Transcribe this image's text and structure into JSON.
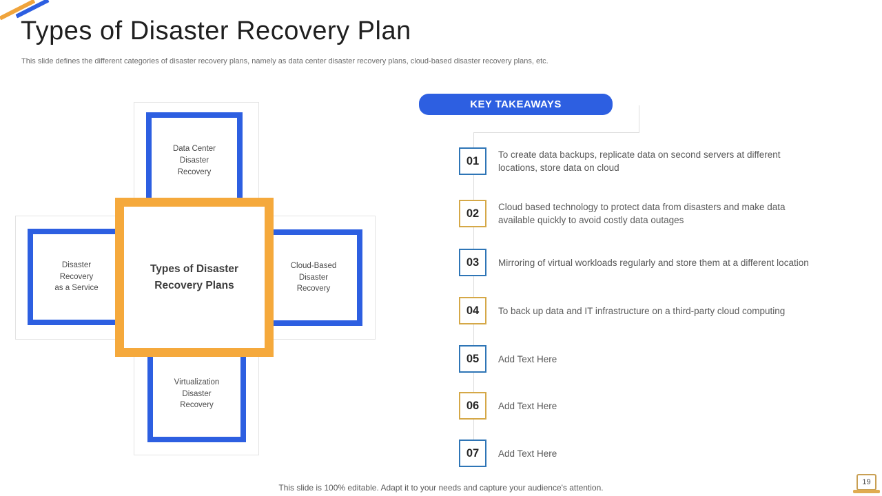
{
  "slide": {
    "title": "Types of Disaster Recovery Plan",
    "subtitle": "This slide defines the different categories of disaster recovery plans, namely as data center disaster recovery plans, cloud-based disaster recovery plans, etc.",
    "footer": "This slide is 100% editable. Adapt it to your needs and capture your audience's attention.",
    "page_number": "19"
  },
  "diagram": {
    "center_label": "Types of Disaster\nRecovery Plans",
    "top_label": "Data Center\nDisaster\nRecovery",
    "left_label": "Disaster\nRecovery\nas a Service",
    "right_label": "Cloud-Based\nDisaster\nRecovery",
    "bottom_label": "Virtualization\nDisaster\nRecovery"
  },
  "key_takeaways": {
    "heading": "KEY TAKEAWAYS",
    "items": [
      {
        "number": "01",
        "accent": "blue",
        "text": "To create data backups, replicate data on second servers at different\nlocations, store data on cloud"
      },
      {
        "number": "02",
        "accent": "gold",
        "text": "Cloud based technology to protect data from disasters and make data\navailable quickly to avoid costly data outages"
      },
      {
        "number": "03",
        "accent": "blue",
        "text": "Mirroring of virtual workloads regularly and store them at a different location"
      },
      {
        "number": "04",
        "accent": "gold",
        "text": "To back up data and IT infrastructure on a third-party cloud computing"
      },
      {
        "number": "05",
        "accent": "blue",
        "text": "Add Text Here"
      },
      {
        "number": "06",
        "accent": "gold",
        "text": "Add Text Here"
      },
      {
        "number": "07",
        "accent": "blue",
        "text": "Add Text Here"
      }
    ]
  },
  "colors": {
    "accent_blue": "#2D5FE1",
    "accent_orange": "#F5A93C",
    "number_border_blue": "#2E75B6",
    "number_border_gold": "#D5A847"
  }
}
